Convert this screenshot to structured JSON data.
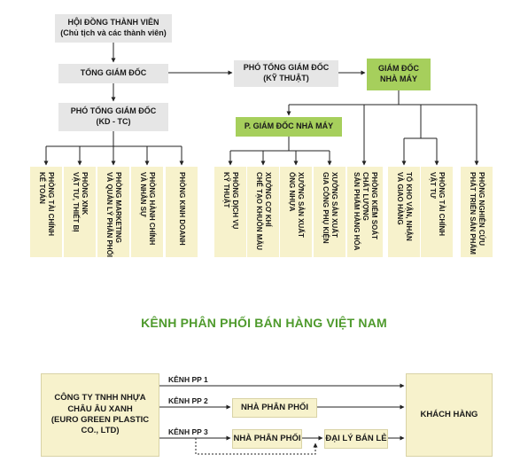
{
  "org_chart": {
    "board": {
      "line1": "HỘI ĐỒNG THÀNH VIÊN",
      "line2": "(Chủ tịch và các thành viên)"
    },
    "ceo": "TỔNG GIÁM ĐỐC",
    "deputy_tech": {
      "line1": "PHÓ TỔNG GIÁM ĐỐC",
      "line2": "(KỸ THUẬT)"
    },
    "factory_director": {
      "line1": "GIÁM ĐỐC",
      "line2": "NHÀ MÁY"
    },
    "deputy_bd": {
      "line1": "PHÓ TỔNG GIÁM ĐỐC",
      "line2": "(KD - TC)"
    },
    "deputy_factory": "P. GIÁM ĐỐC NHÀ MÁY",
    "departments_bd": [
      {
        "line1": "PHÒNG TÀI CHÍNH",
        "line2": "KẾ TOÁN"
      },
      {
        "line1": "PHÒNG XNK",
        "line2": "VẬT TƯ, THIẾT BỊ"
      },
      {
        "line1": "PHÒNG MARKETING",
        "line2": "VÀ QUẢN LÝ PHÂN PHỐI"
      },
      {
        "line1": "PHÒNG HÀNH CHÍNH",
        "line2": "VÀ NHÂN SỰ"
      },
      {
        "line1": "PHÒNG KINH DOANH",
        "line2": ""
      }
    ],
    "departments_factory": [
      {
        "line1": "PHÒNG DỊCH VỤ",
        "line2": "KỸ THUẬT"
      },
      {
        "line1": "XƯỞNG CƠ KHÍ",
        "line2": "CHẾ TẠO KHUÔN MẪU"
      },
      {
        "line1": "XƯỞNG SẢN XUẤT",
        "line2": "ỐNG NHỰA"
      },
      {
        "line1": "XƯỞNG SẢN XUẤT",
        "line2": "GIA CÔNG PHỤ KIỆN"
      }
    ],
    "departments_director": [
      {
        "line1": "PHÒNG KIỂM SOÁT",
        "line2": "CHẤT LƯỢNG",
        "line3": "SẢN PHẨM HÀNG HÓA"
      },
      {
        "line1": "TỔ KHO VẬN, NHẬN",
        "line2": "VÀ GIAO HÀNG",
        "line3": ""
      },
      {
        "line1": "PHÒNG TÀI CHÍNH",
        "line2": "VẬT TƯ",
        "line3": ""
      }
    ],
    "department_rd": {
      "line1": "PHÒNG NGHIÊN CỨU",
      "line2": "PHÁT TRIỂN SẢN PHẨM"
    }
  },
  "distribution": {
    "title": "KÊNH PHÂN PHỐI BÁN HÀNG VIỆT NAM",
    "company": {
      "line1": "CÔNG TY TNHH NHỰA",
      "line2": "CHÂU ÂU XANH",
      "line3": "(EURO GREEN PLASTIC CO., LTD)"
    },
    "channel1": "KÊNH PP 1",
    "channel2": "KÊNH PP 2",
    "channel3": "KÊNH PP 3",
    "distributor_a": "NHÀ PHÂN PHỐI",
    "distributor_b": "NHÀ PHÂN PHỐI",
    "retailer": "ĐẠI LÝ BÁN LẺ",
    "customer": "KHÁCH HÀNG"
  },
  "colors": {
    "gray": "#e6e6e6",
    "green": "#a6cf5c",
    "cream": "#f7f2cc",
    "title_green": "#4e9a2c"
  }
}
